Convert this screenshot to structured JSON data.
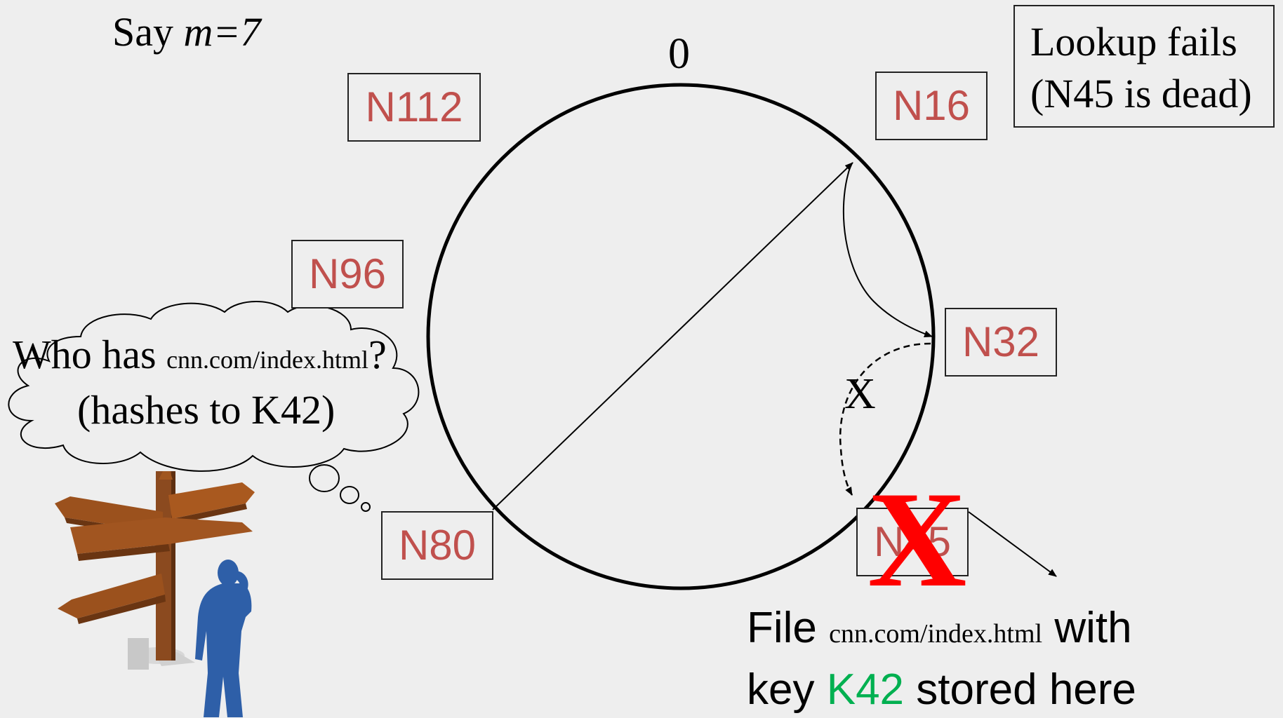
{
  "say": {
    "prefix": "Say ",
    "var": "m",
    "eq": "=7"
  },
  "ring_top_label": "0",
  "nodes": [
    "N112",
    "N16",
    "N96",
    "N32",
    "N80",
    "N45"
  ],
  "lookup_box": {
    "line1": "Lookup fails",
    "line2": "(N45 is dead)"
  },
  "thought": {
    "prefix": "Who has ",
    "url": "cnn.com/index.html",
    "suffix": "?",
    "line2": "(hashes to K42)"
  },
  "failed_link_label": "X",
  "dead_mark": "X",
  "file_note": {
    "w1": "File ",
    "url": "cnn.com/index.html",
    "w2": " with",
    "line2_prefix": "key ",
    "key": "K42",
    "line2_suffix": " stored here"
  },
  "colors": {
    "node_text": "#c0504d",
    "dead_mark": "#ff0000",
    "key": "#00b050",
    "background": "#eeeeee"
  },
  "icons": [
    "signpost-icon",
    "person-on-phone-icon",
    "thought-cloud-icon"
  ]
}
